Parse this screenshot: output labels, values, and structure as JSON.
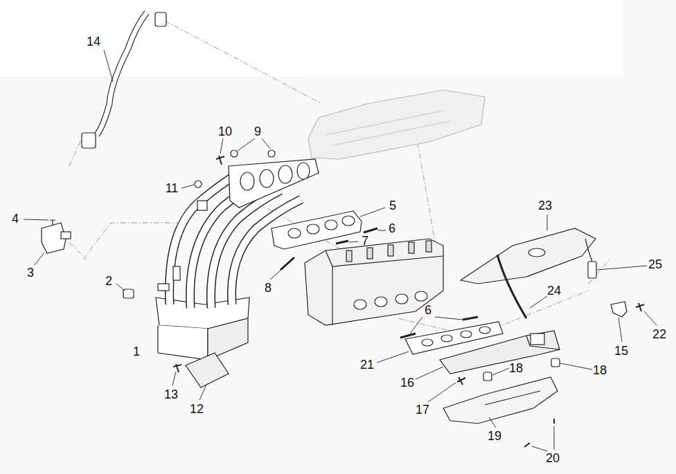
{
  "diagram": {
    "labels": [
      "14",
      "10",
      "9",
      "11",
      "4",
      "5",
      "6",
      "7",
      "3",
      "2",
      "8",
      "23",
      "25",
      "24",
      "6",
      "1",
      "21",
      "18",
      "18",
      "16",
      "15",
      "22",
      "13",
      "17",
      "12",
      "19",
      "20"
    ]
  }
}
